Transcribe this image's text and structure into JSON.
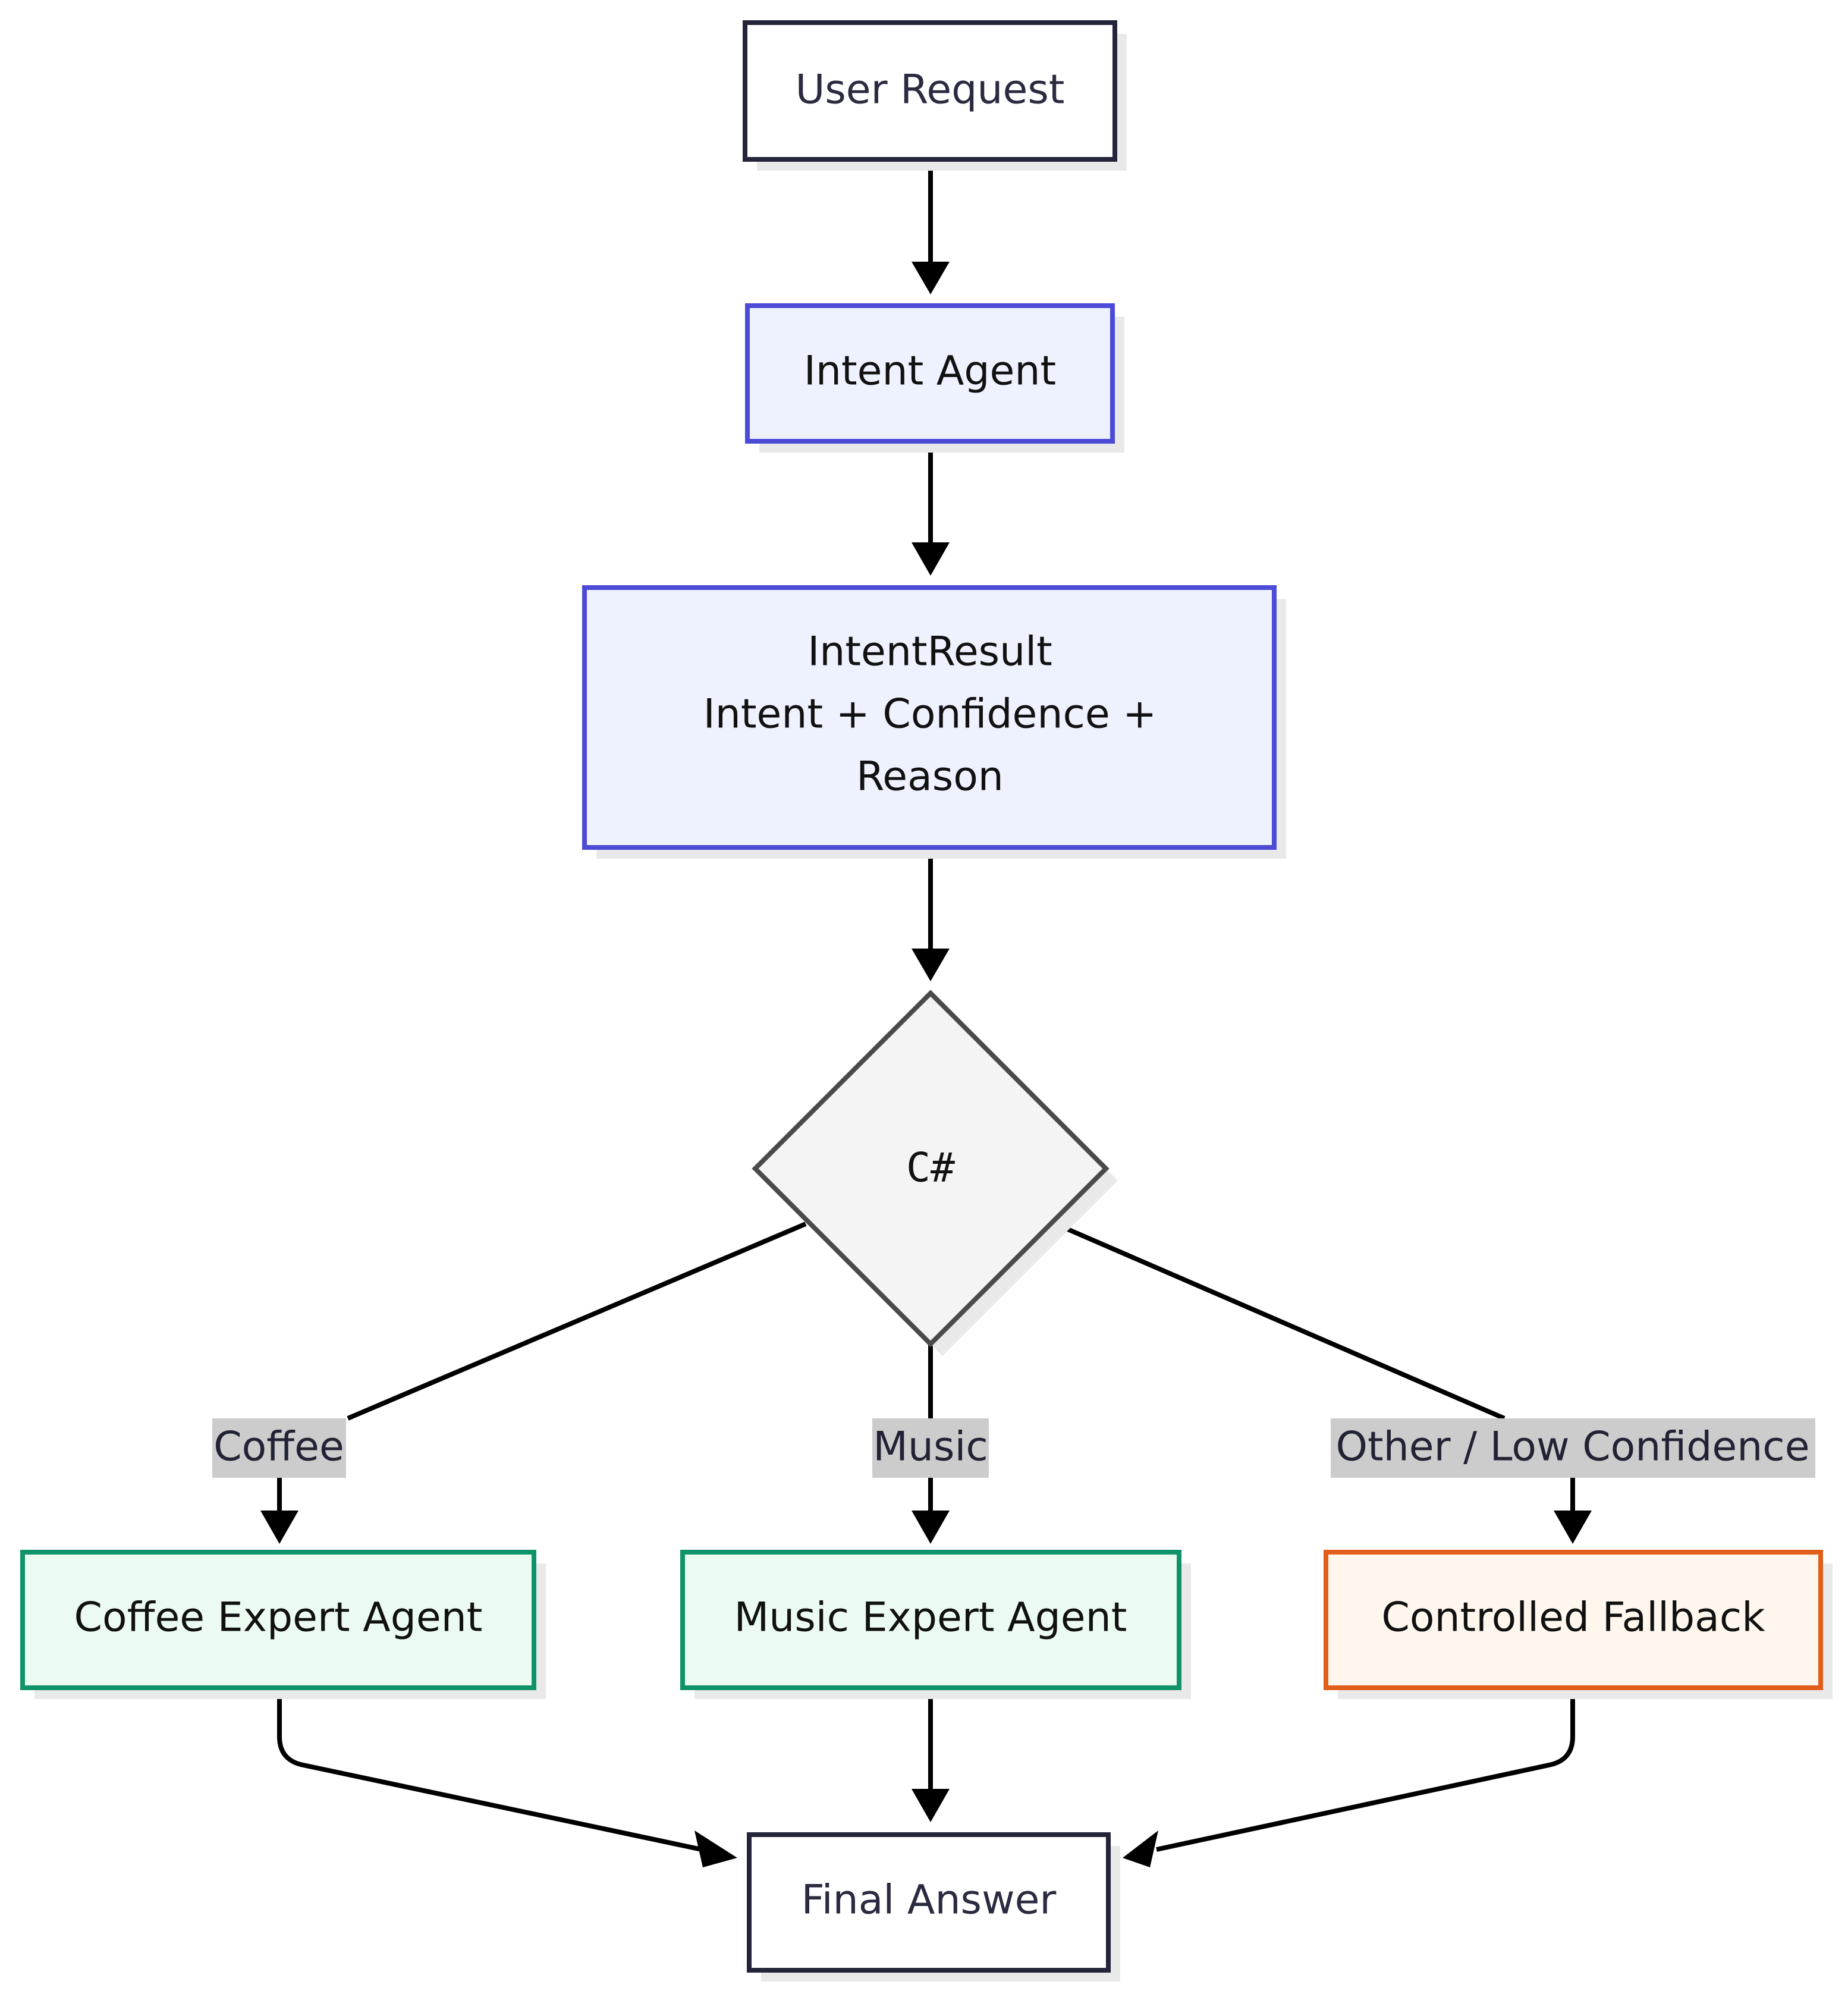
{
  "nodes": {
    "user_request": "User Request",
    "intent_agent": "Intent Agent",
    "intent_result": [
      "IntentResult",
      "Intent + Confidence +",
      "Reason"
    ],
    "decision": "C#",
    "coffee_agent": "Coffee Expert Agent",
    "music_agent": "Music Expert Agent",
    "fallback": "Controlled Fallback",
    "final_answer": "Final Answer"
  },
  "edge_labels": {
    "coffee": "Coffee",
    "music": "Music",
    "other": "Other / Low Confidence"
  },
  "colors": {
    "neutral_stroke": "#24243a",
    "neutral_text": "#2a2a40",
    "intent_stroke": "#4b4bd8",
    "intent_fill": "#eef1fe",
    "decision_stroke": "#4a4a4a",
    "decision_fill": "#f4f4f4",
    "expert_stroke": "#10936a",
    "expert_fill": "#ebfbf2",
    "fallback_stroke": "#e05e1a",
    "fallback_fill": "#fff7ed",
    "label_bg": "#cccccc"
  }
}
